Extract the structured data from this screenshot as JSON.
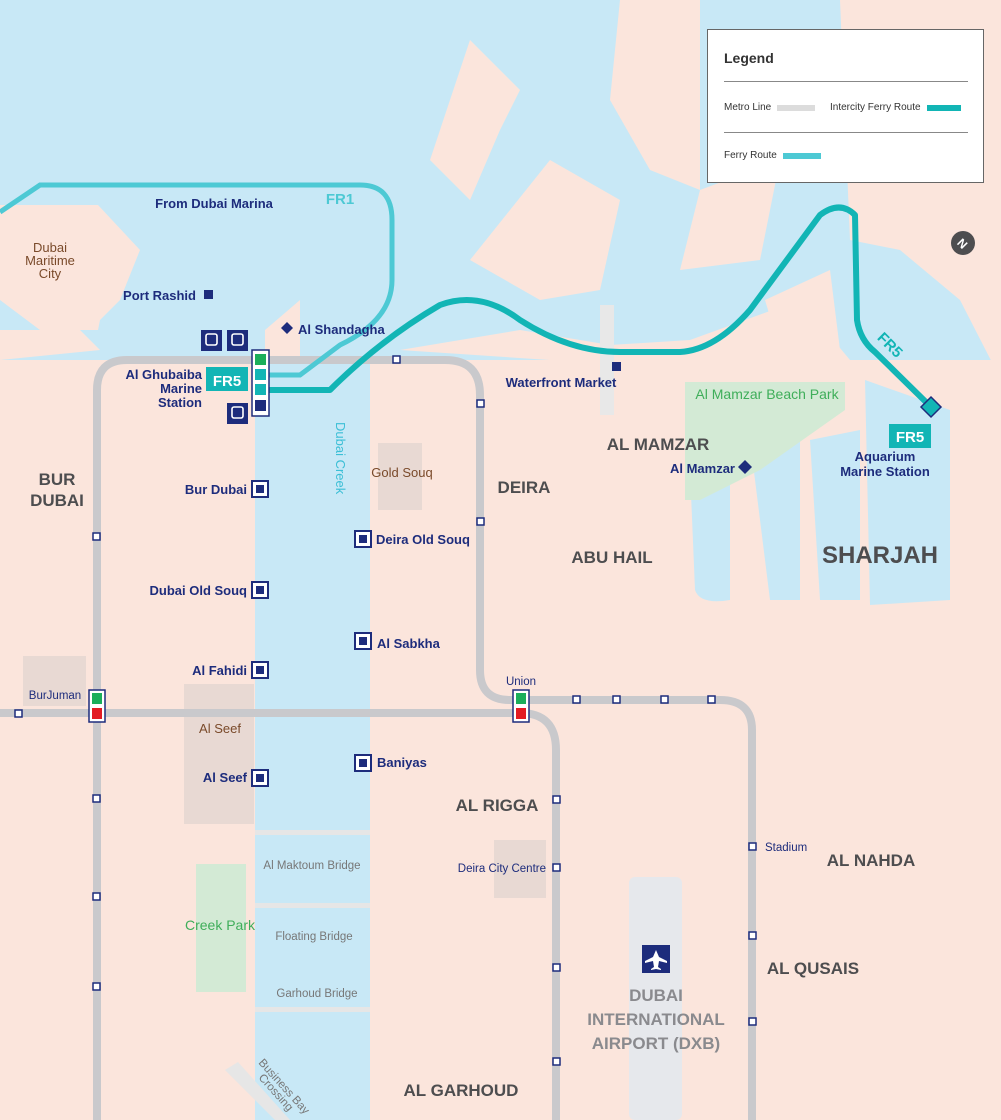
{
  "legend": {
    "title": "Legend",
    "metro_line": "Metro Line",
    "intercity_ferry": "Intercity Ferry Route",
    "ferry_route": "Ferry Route",
    "colors": {
      "metro": "#dcdcdc",
      "intercity": "#12b5b5",
      "ferry": "#4dc9d4"
    }
  },
  "routes": {
    "fr1": "FR1",
    "fr5": "FR5",
    "from_marina": "From Dubai Marina"
  },
  "districts": {
    "bur_dubai_1": "BUR",
    "bur_dubai_2": "DUBAI",
    "deira": "DEIRA",
    "abu_hail": "ABU HAIL",
    "al_mamzar": "AL MAMZAR",
    "sharjah": "SHARJAH",
    "al_rigga": "AL RIGGA",
    "al_nahda": "AL NAHDA",
    "al_qusais": "AL QUSAIS",
    "al_garhoud": "AL GARHOUD",
    "airport_1": "DUBAI",
    "airport_2": "INTERNATIONAL",
    "airport_3": "AIRPORT (DXB)"
  },
  "maritime_city": [
    "Dubai",
    "Maritime",
    "City"
  ],
  "stations": {
    "port_rashid": "Port Rashid",
    "al_shandagha": "Al Shandagha",
    "al_ghubaiba": [
      "Al Ghubaiba",
      "Marine",
      "Station"
    ],
    "waterfront": "Waterfront Market",
    "al_mamzar": "Al Mamzar",
    "aquarium": [
      "Aquarium",
      "Marine Station"
    ],
    "bur_dubai": "Bur Dubai",
    "deira_old_souq": "Deira Old Souq",
    "dubai_old_souq": "Dubai Old Souq",
    "al_sabkha": "Al Sabkha",
    "al_fahidi": "Al Fahidi",
    "al_seef": "Al Seef",
    "baniyas": "Baniyas"
  },
  "metro_stations": {
    "burjuman": "BurJuman",
    "union": "Union",
    "stadium": "Stadium",
    "deira_city_centre": "Deira City Centre"
  },
  "landmarks": {
    "gold_souq": "Gold Souq",
    "al_seef_area": "Al Seef",
    "beach_park": "Al Mamzar Beach Park",
    "creek_park": "Creek Park",
    "dubai_creek": "Dubai Creek"
  },
  "bridges": {
    "maktoum": "Al Maktoum Bridge",
    "floating": "Floating Bridge",
    "garhoud": "Garhoud Bridge",
    "business_bay_1": "Business Bay",
    "business_bay_2": "Crossing"
  }
}
